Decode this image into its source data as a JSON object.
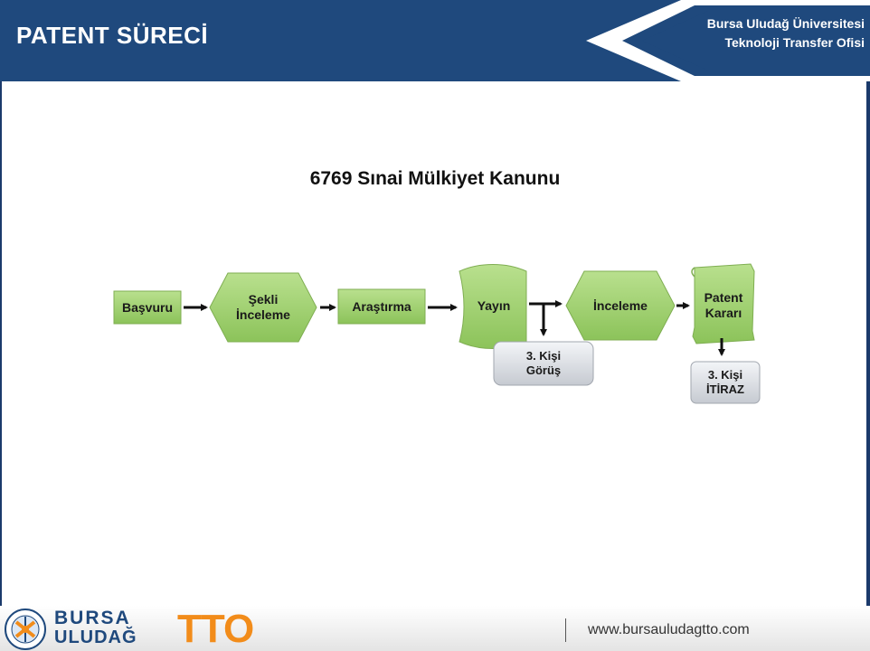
{
  "header": {
    "title": "PATENT SÜRECİ",
    "org_line1": "Bursa Uludağ Üniversitesi",
    "org_line2": "Teknoloji Transfer Ofisi"
  },
  "slide": {
    "subtitle": "6769 Sınai Mülkiyet Kanunu"
  },
  "flow": {
    "nodes": [
      {
        "id": "basvuru",
        "label": "Başvuru",
        "shape": "rectangle"
      },
      {
        "id": "sekli-inceleme",
        "label": "Şekli\nİnceleme",
        "shape": "hexagon"
      },
      {
        "id": "arastirma",
        "label": "Araştırma",
        "shape": "rectangle"
      },
      {
        "id": "yayin",
        "label": "Yayın",
        "shape": "wave"
      },
      {
        "id": "inceleme",
        "label": "İnceleme",
        "shape": "hexagon"
      },
      {
        "id": "patent-karari",
        "label": "Patent\nKararı",
        "shape": "scroll"
      },
      {
        "id": "kisi-gorus",
        "label": "3. Kişi\nGörüş",
        "shape": "rounded-rectangle"
      },
      {
        "id": "kisi-itiraz",
        "label": "3. Kişi\nİTİRAZ",
        "shape": "rounded-rectangle"
      }
    ],
    "colors": {
      "green": "#9bcf6a",
      "green_dark": "#6f9e45",
      "grey": "#d9dde3",
      "grey_dark": "#9ea3ab",
      "arrow": "#111111"
    }
  },
  "footer": {
    "logo_line1": "BURSA",
    "logo_line2": "ULUDAĞ",
    "logo_tto": "TTO",
    "url": "www.bursauludagtto.com"
  },
  "colors": {
    "header_bg": "#1f497d",
    "tto_orange": "#f28c1a"
  }
}
